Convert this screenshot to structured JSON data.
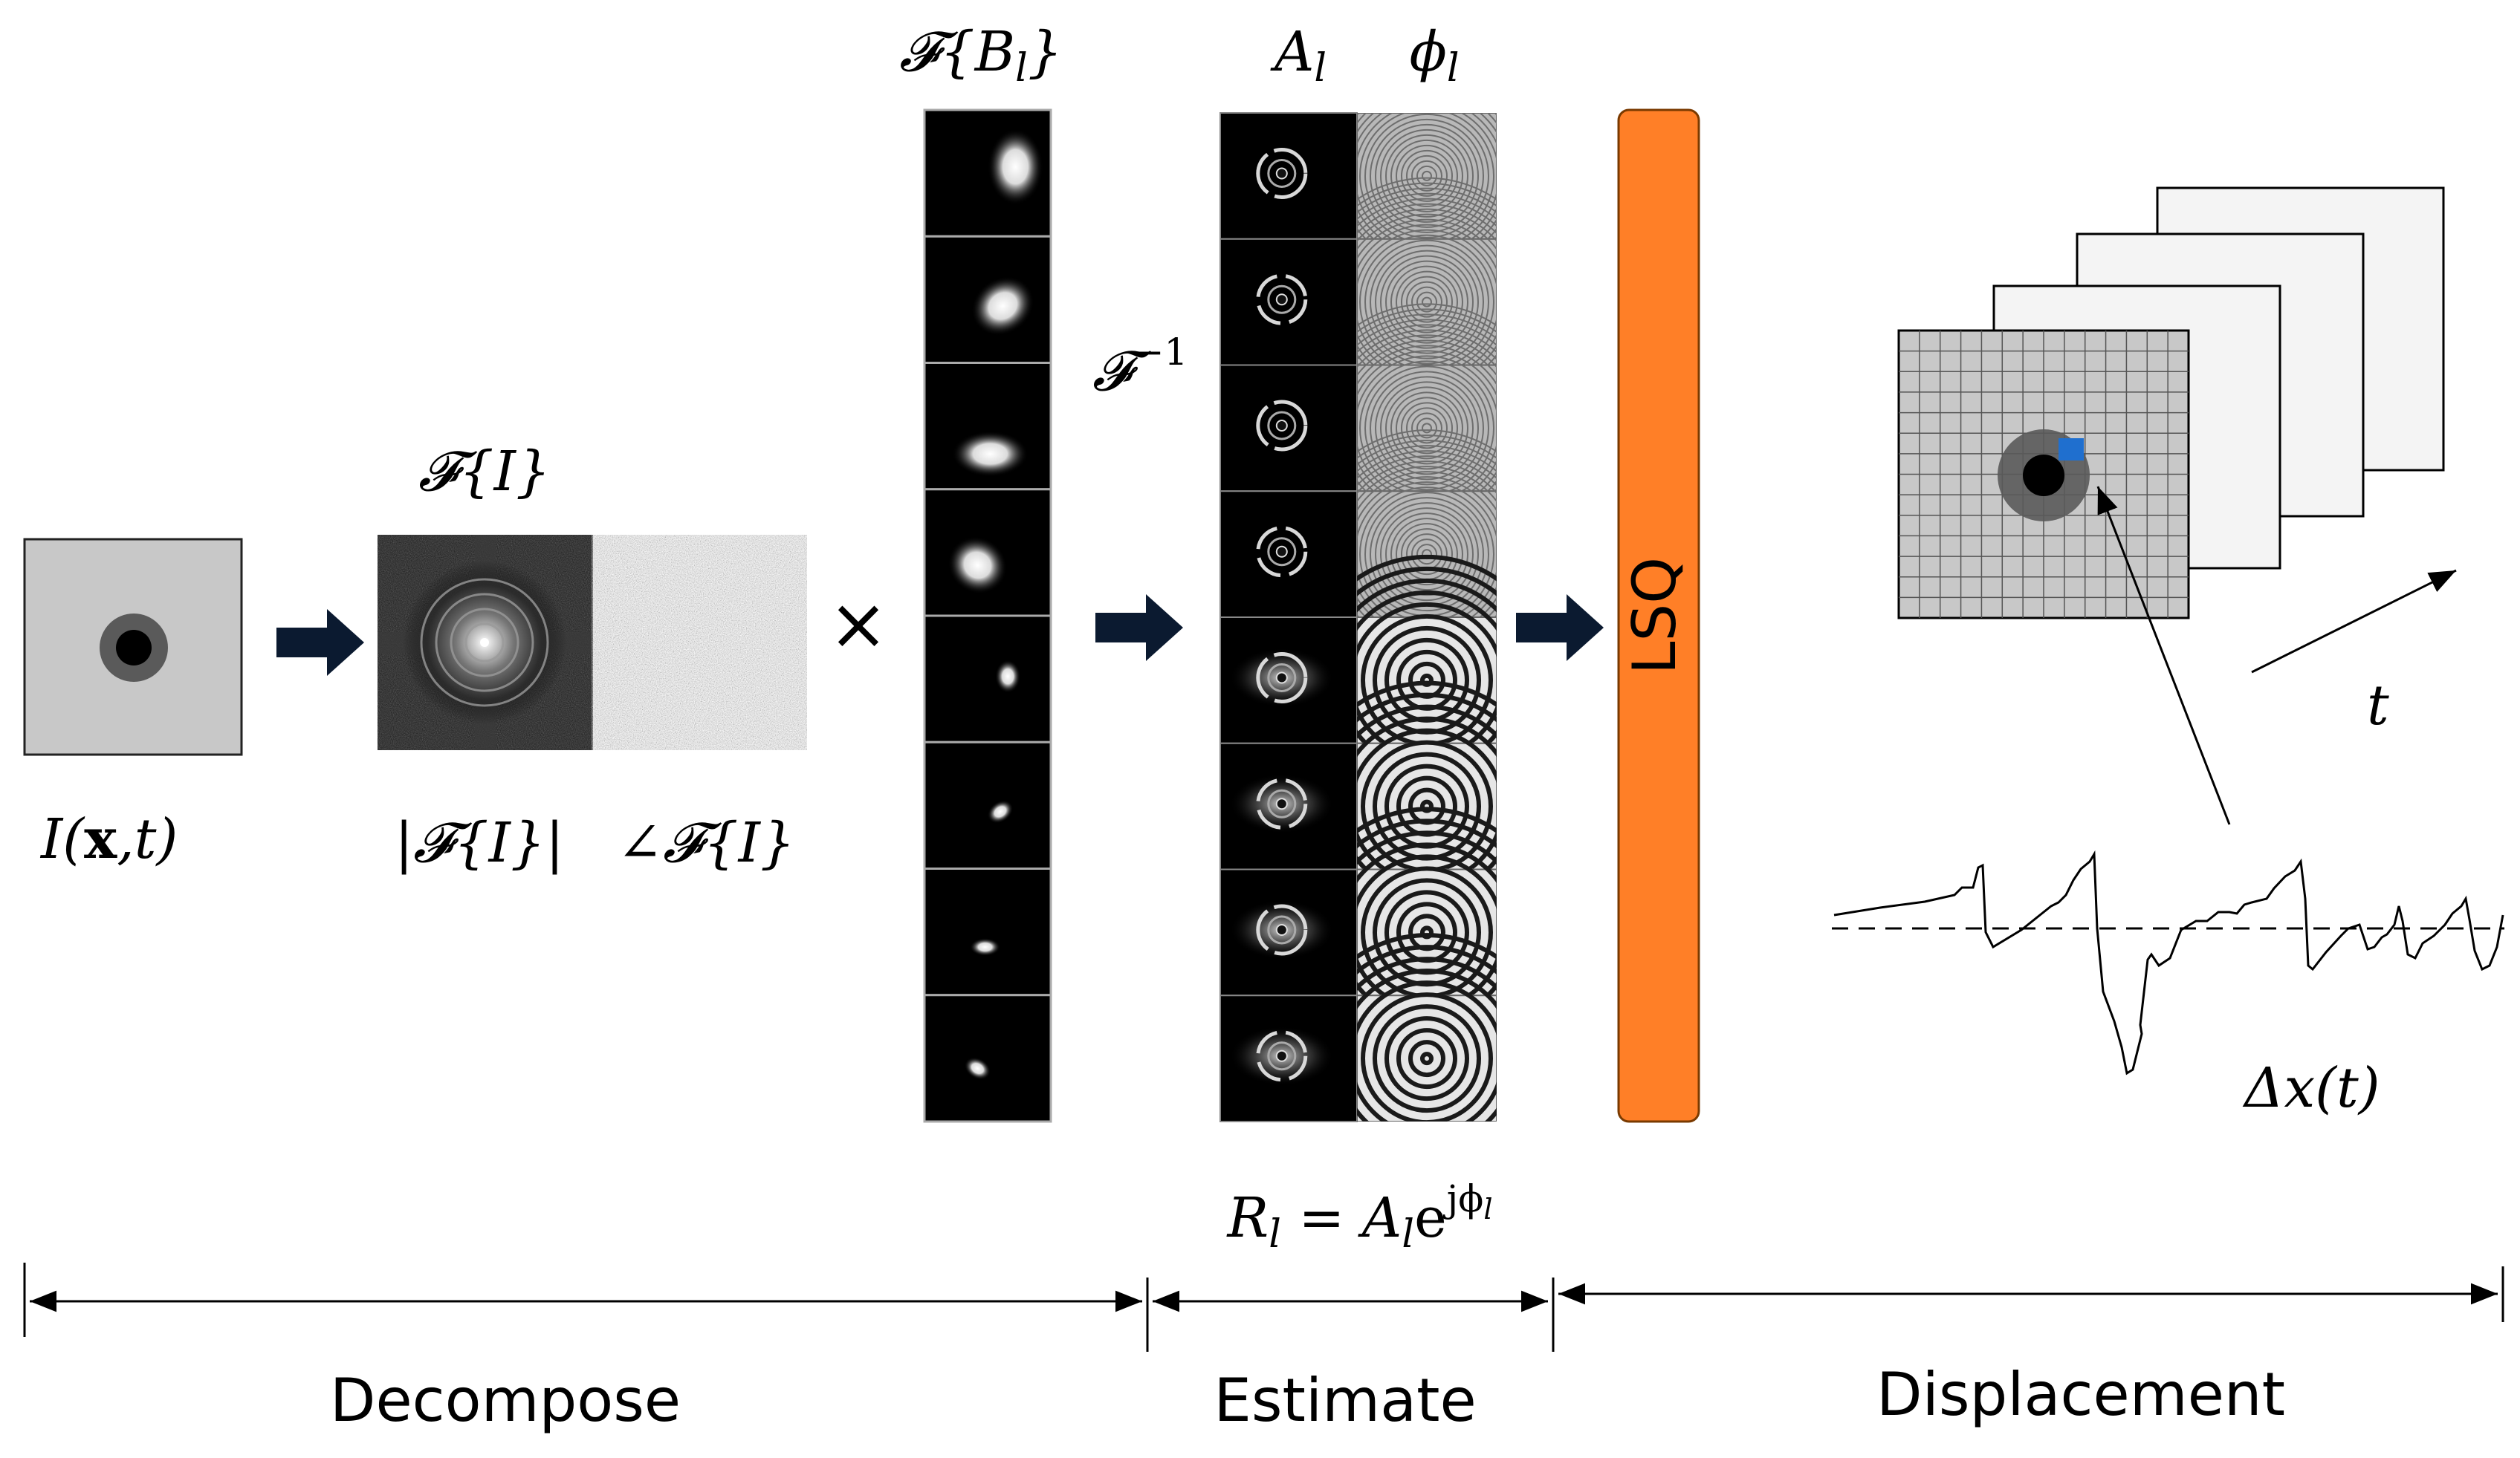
{
  "input": {
    "label": "I(x,t)",
    "label_parts": [
      "I(",
      "x",
      ",t)"
    ]
  },
  "fourier": {
    "title": "𝓕{I}",
    "magnitude_label": "|𝓕{I}|",
    "phase_label": "∠𝓕{I}"
  },
  "multiply_symbol": "×",
  "filters": {
    "title": "𝓕{Bl}",
    "title_main": "𝓕{B",
    "title_sub": "l",
    "title_close": "}",
    "count": 8
  },
  "inverse_label": {
    "main": "𝓕",
    "sup": "−1"
  },
  "responses": {
    "amplitude_title": {
      "main": "A",
      "sub": "l"
    },
    "phase_title": {
      "main": "ϕ",
      "sub": "l"
    },
    "rows": 8,
    "formula": {
      "r": "R",
      "sub": "l",
      "eq": " = ",
      "a": "A",
      "a_sub": "l",
      "e": "e",
      "exp": "jϕ",
      "exp_sub": "l"
    }
  },
  "lsq": {
    "label": "LSQ",
    "color": "#ff7f27"
  },
  "displacement": {
    "time_label": "t",
    "signal_label": "Δx(t)",
    "highlight_color": "#1f6fcf"
  },
  "stages": [
    {
      "label": "Decompose"
    },
    {
      "label": "Estimate"
    },
    {
      "label": "Displacement"
    }
  ],
  "colors": {
    "arrow": "#0b1a30",
    "grid_panel": "#c8c8c8",
    "frame_panel": "#f4f4f4"
  }
}
